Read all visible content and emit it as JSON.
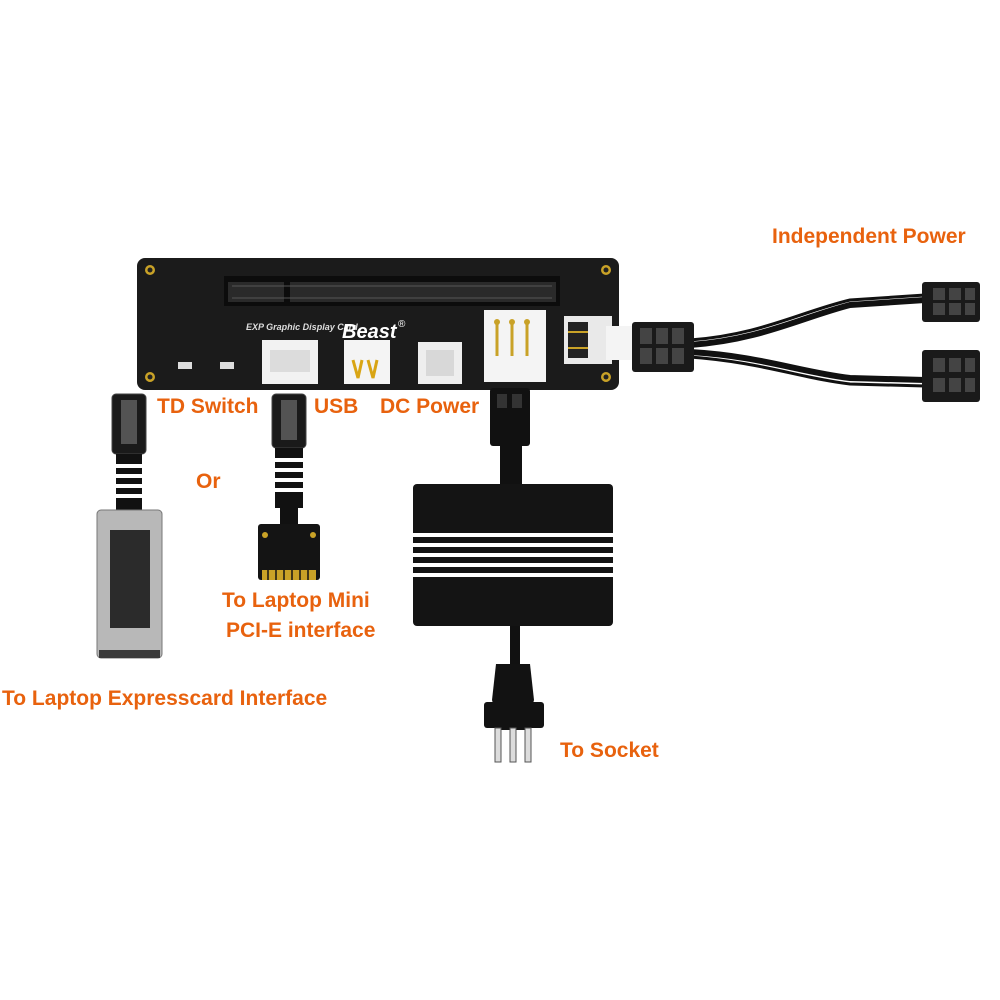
{
  "labels": {
    "independent_power": "Independent Power",
    "td_switch": "TD Switch",
    "usb": "USB",
    "dc_power": "DC Power",
    "or": "Or",
    "mini_pcie_line1": "To Laptop Mini",
    "mini_pcie_line2": "PCI-E interface",
    "expresscard": "To Laptop Expresscard Interface",
    "socket": "To Socket"
  },
  "board": {
    "model_text": "EXP Graphic Display Card",
    "brand": "Beast",
    "registered": "®"
  },
  "colors": {
    "label": "#e8620e",
    "board": "#1b1b1b",
    "cable": "#111111"
  }
}
